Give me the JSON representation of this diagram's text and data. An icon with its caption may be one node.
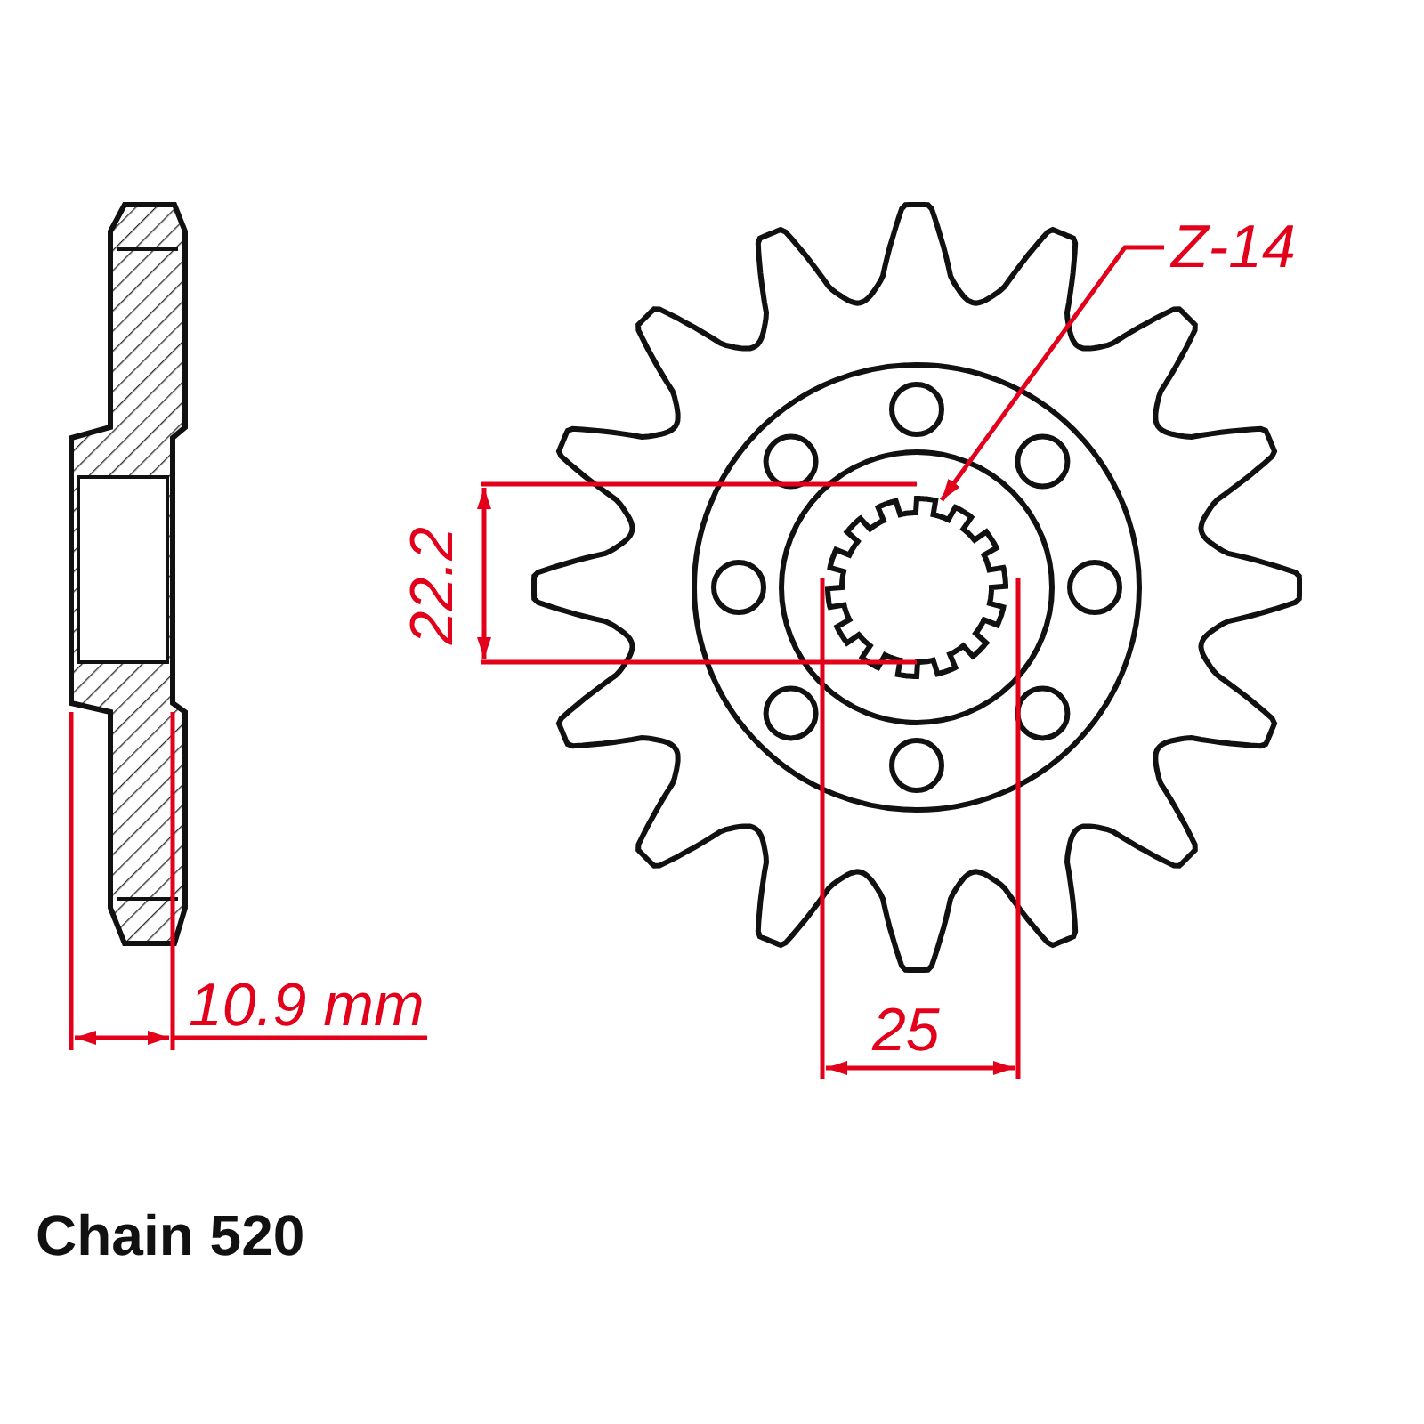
{
  "diagram": {
    "nodes": [
      {
        "text": [
          "Z-14"
        ]
      },
      {
        "text": [],
        "shape": "picture"
      }
    ],
    "edges": [
      {
        "from": 0,
        "to": 1,
        "arrow": "to"
      }
    ],
    "labels": [
      "22.2",
      "10.9 mm",
      "25",
      "Chain 520"
    ]
  }
}
